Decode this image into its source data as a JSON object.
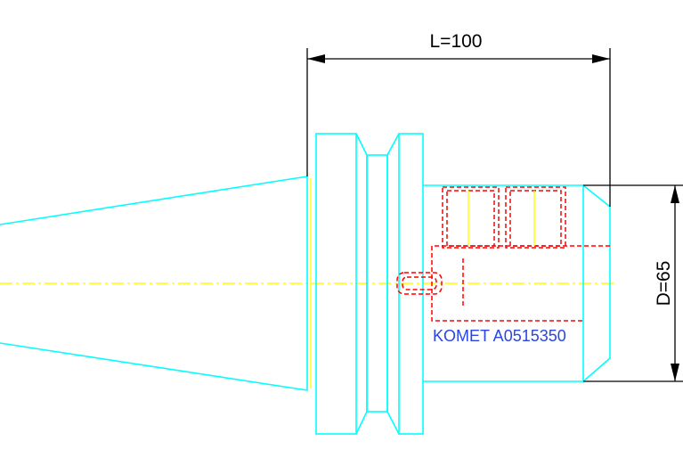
{
  "dimensions": {
    "length_label": "L=100",
    "diameter_label": "D=65"
  },
  "part_label": "KOMET A0515350",
  "colors": {
    "outline": "#00ffff",
    "hidden_lines": "#ff0000",
    "centerline": "#ffff00",
    "dimension": "#000000",
    "part_label": "#2a44e8"
  }
}
